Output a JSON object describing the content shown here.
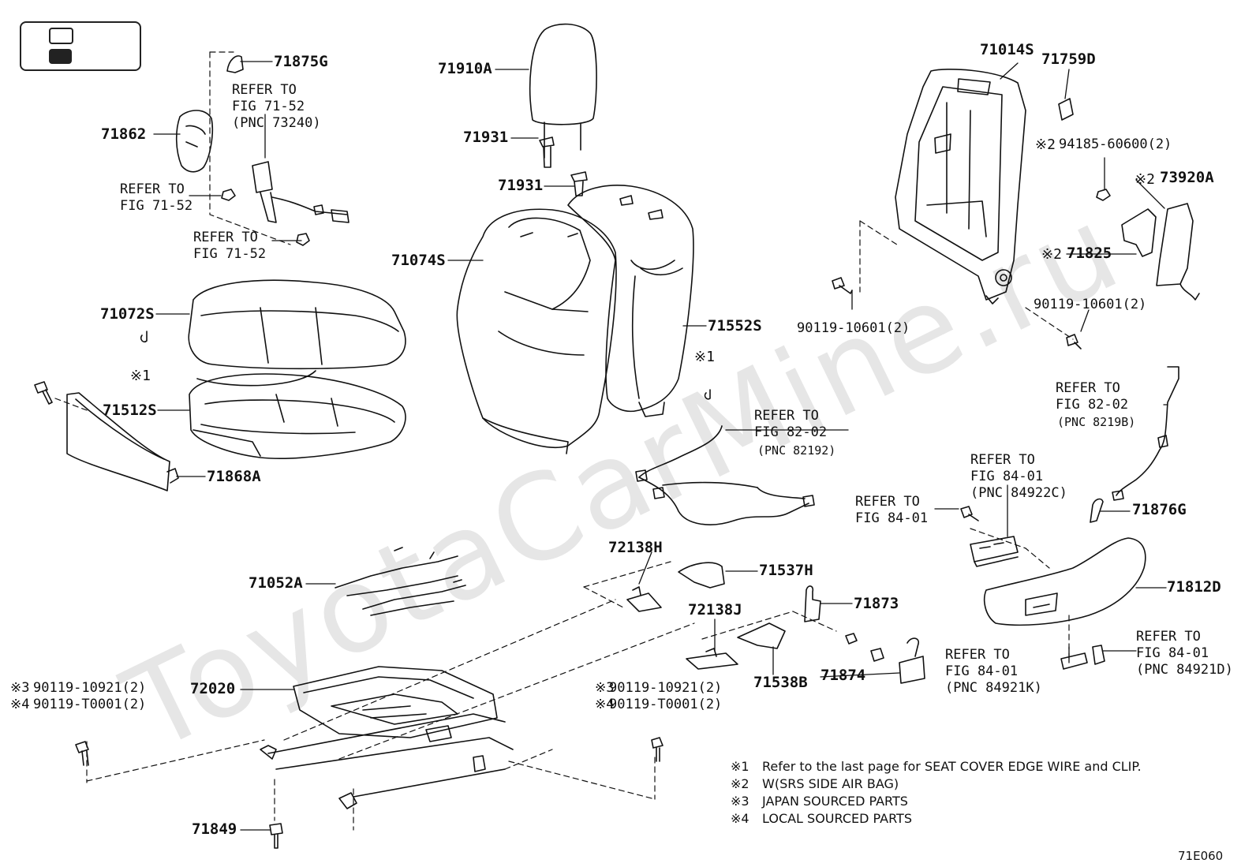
{
  "watermark": "ToyotaCarMine.ru",
  "figure_code": "71E060",
  "parts": {
    "p71875G": "71875G",
    "p71862": "71862",
    "p71910A": "71910A",
    "p71931a": "71931",
    "p71931b": "71931",
    "p71074S": "71074S",
    "p71072S": "71072S",
    "p71512S": "71512S",
    "p71868A": "71868A",
    "p71552S": "71552S",
    "p71014S": "71014S",
    "p71759D": "71759D",
    "p73920A": "73920A",
    "p71825": "71825",
    "p94185": "94185-60600(2)",
    "p90119_a": "90119-10601(2)",
    "p90119_b": "90119-10601(2)",
    "p71876G": "71876G",
    "p71812D": "71812D",
    "p72138H": "72138H",
    "p71537H": "71537H",
    "p71052A": "71052A",
    "p72138J": "72138J",
    "p71873": "71873",
    "p71874": "71874",
    "p71538B": "71538B",
    "p72020": "72020",
    "p71849": "71849",
    "bolt_left_1": "90119-10921(2)",
    "bolt_left_2": "90119-T0001(2)",
    "bolt_mid_1": "90119-10921(2)",
    "bolt_mid_2": "90119-T0001(2)"
  },
  "marks": {
    "m1": "※1",
    "m1b": "※1",
    "m2a": "※2",
    "m2b": "※2",
    "m2c": "※2",
    "m3a": "※3",
    "m4a": "※4",
    "m3b": "※3",
    "m4b": "※4"
  },
  "refs": {
    "ref_71_52_pnc73240": "REFER TO\nFIG 71-52\n(PNC 73240)",
    "ref_71_52_a": "REFER TO\nFIG 71-52",
    "ref_71_52_b": "REFER TO\nFIG 71-52",
    "ref_82_02_82192": "REFER TO\nFIG 82-02",
    "ref_82_02_82192_pnc": "(PNC 82192)",
    "ref_82_02_8219B": "REFER TO\nFIG 82-02",
    "ref_82_02_8219B_pnc": "(PNC 8219B)",
    "ref_84_01_84922C": "REFER TO\nFIG 84-01\n(PNC 84922C)",
    "ref_84_01_a": "REFER TO\nFIG 84-01",
    "ref_84_01_84921K": "REFER TO\nFIG 84-01\n(PNC 84921K)",
    "ref_84_01_84921D": "REFER TO\nFIG 84-01\n(PNC 84921D)"
  },
  "notes": [
    {
      "mark": "※1",
      "text": "Refer to the last page for SEAT COVER EDGE WIRE and CLIP."
    },
    {
      "mark": "※2",
      "text": "W(SRS SIDE AIR BAG)"
    },
    {
      "mark": "※3",
      "text": "JAPAN SOURCED PARTS"
    },
    {
      "mark": "※4",
      "text": "LOCAL SOURCED PARTS"
    }
  ]
}
